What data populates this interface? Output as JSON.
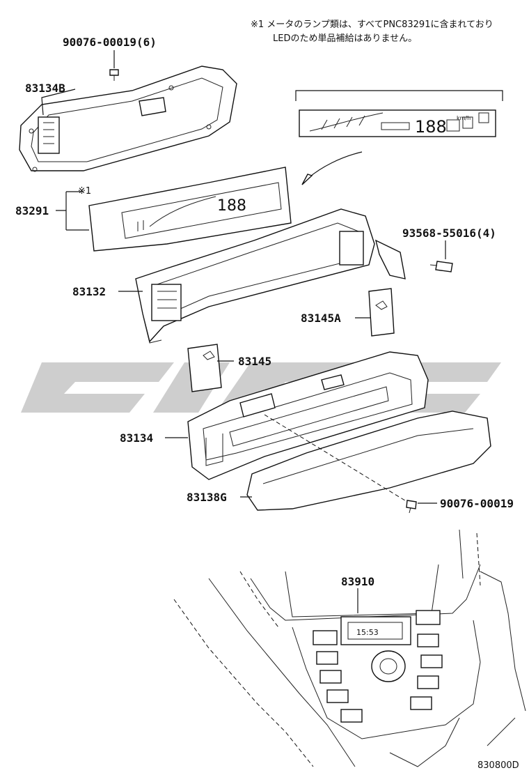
{
  "note": {
    "line1": "※1 メータのランプ類は、すべてPNC83291に含まれており",
    "line2": "LEDのため単品補給はありません。"
  },
  "labels": {
    "bolt_top": "90076-00019(6)",
    "p83134B": "83134B",
    "mark1": "※1",
    "p83291": "83291",
    "p93568": "93568-55016(4)",
    "p83132": "83132",
    "p83145A": "83145A",
    "p83145": "83145",
    "p83134": "83134",
    "p83138G": "83138G",
    "bolt_bottom": "90076-00019",
    "p83910": "83910"
  },
  "display": {
    "speed_digits": "188",
    "clock_digits": "15:53",
    "speed_unit": "km/h"
  },
  "figure_code": "830800D",
  "colors": {
    "line": "#111111",
    "watermark": "#bdbdbd",
    "background": "#ffffff"
  }
}
